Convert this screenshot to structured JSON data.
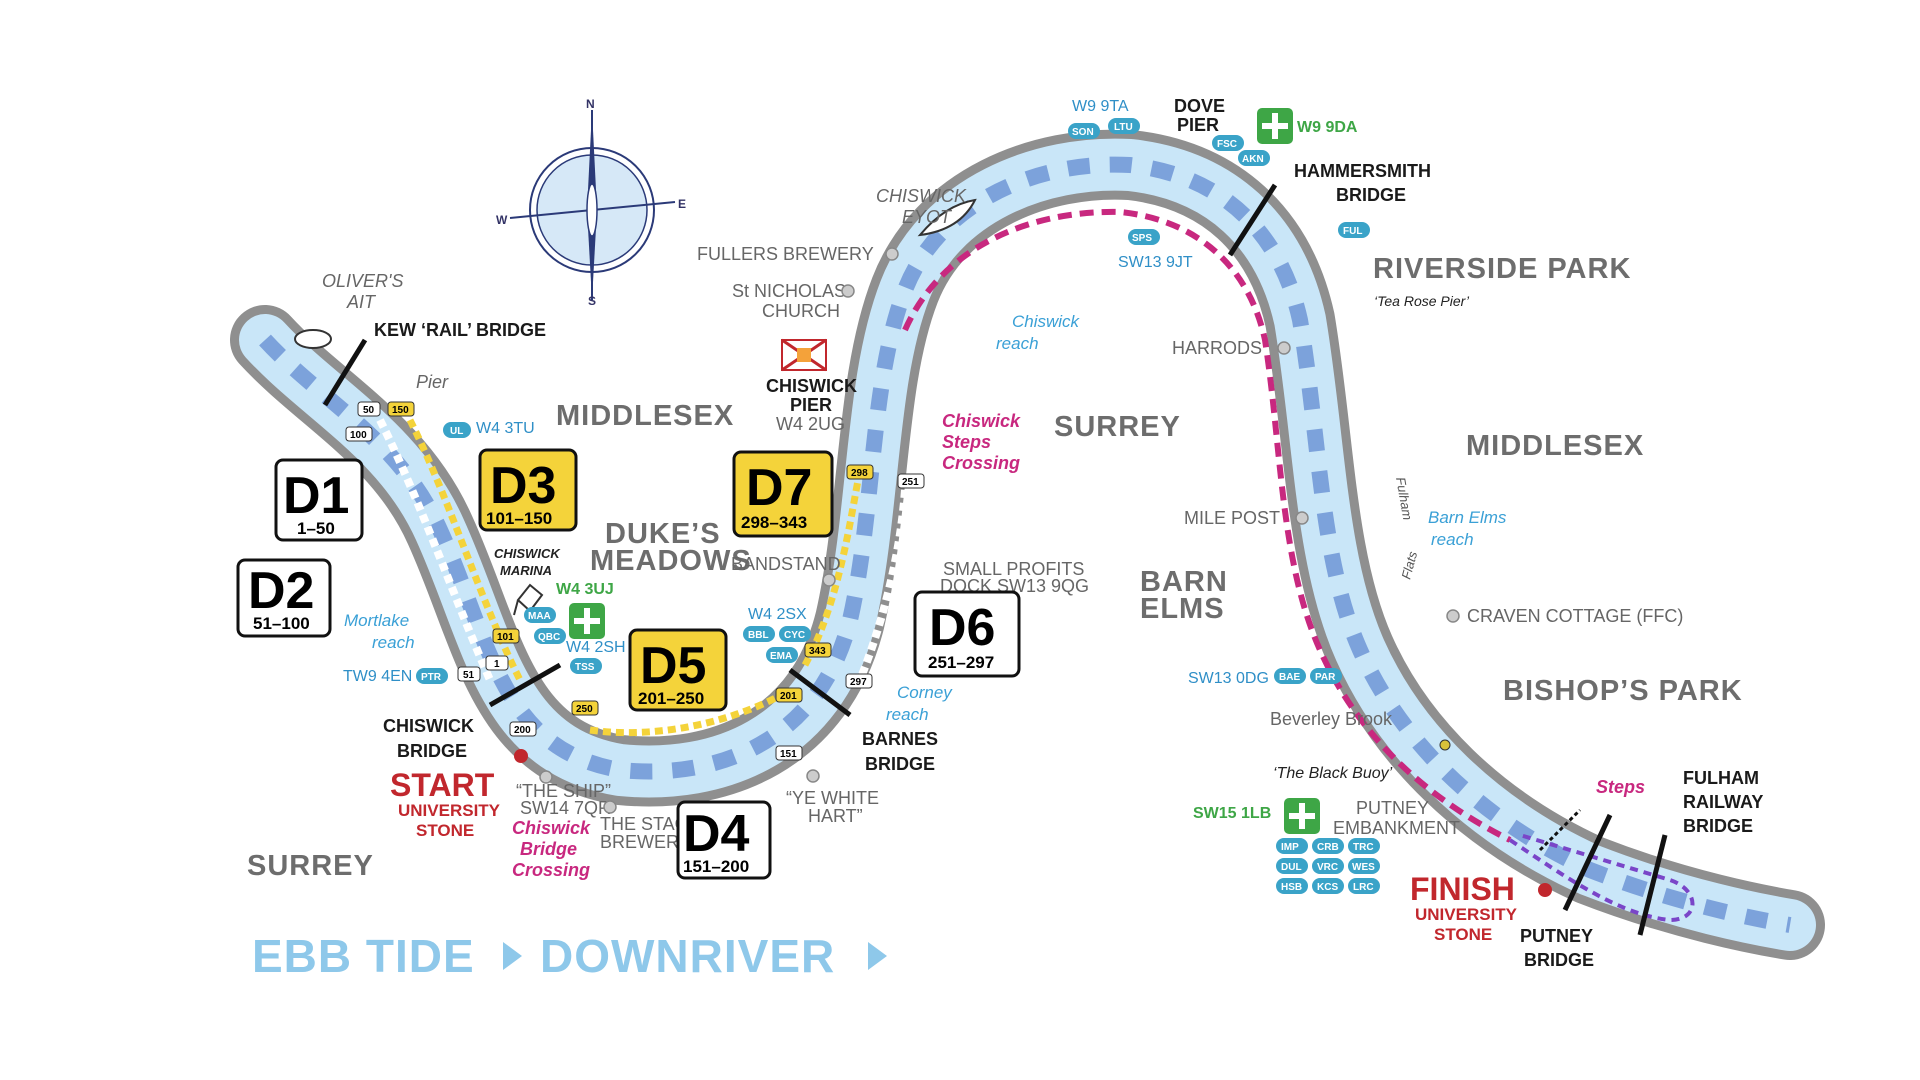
{
  "colors": {
    "bank": "#8f8f8f",
    "water": "#c9e6f8",
    "arrow": "#6f95d6",
    "magenta": "#c8287f",
    "yellow": "#f4d33a",
    "teal_pill": "#3aa3c8",
    "green_cross": "#3ea646",
    "footer": "#8ec8ea",
    "red": "#c1272d"
  },
  "regions": {
    "middlesex_left": "MIDDLESEX",
    "surrey_center": "SURREY",
    "middlesex_right": "MIDDLESEX",
    "surrey_left": "SURREY"
  },
  "landmarks": {
    "olivers_ait": [
      "OLIVER'S",
      "AIT"
    ],
    "kew_bridge": "KEW ‘RAIL’ BRIDGE",
    "pier": "Pier",
    "chiswick_bridge": [
      "CHISWICK",
      "BRIDGE"
    ],
    "start": "START",
    "university_stone_start": [
      "UNIVERSITY",
      "STONE"
    ],
    "the_ship": [
      "“THE SHIP”",
      "SW14 7QR"
    ],
    "chiswick_bridge_crossing": [
      "Chiswick",
      "Bridge",
      "Crossing"
    ],
    "stag_brewery": [
      "THE STAG",
      "BREWERY"
    ],
    "ye_white_hart": [
      "“YE WHITE",
      "HART”"
    ],
    "dukes_meadows": [
      "DUKE’S",
      "MEADOWS"
    ],
    "bandstand": "BANDSTAND",
    "chiswick_marina": [
      "CHISWICK",
      "MARINA"
    ],
    "mortlake_reach": [
      "Mortlake",
      "reach"
    ],
    "barnes_bridge": [
      "BARNES",
      "BRIDGE"
    ],
    "corney_reach": [
      "Corney",
      "reach"
    ],
    "small_profits_dock": [
      "SMALL PROFITS",
      "DOCK SW13 9QG"
    ],
    "chiswick_pier": [
      "CHISWICK",
      "PIER",
      "W4 2UG"
    ],
    "chiswick_steps_crossing": [
      "Chiswick",
      "Steps",
      "Crossing"
    ],
    "st_nicholas": [
      "St NICHOLAS",
      "CHURCH"
    ],
    "fullers": "FULLERS BREWERY",
    "chiswick_eyot": [
      "CHISWICK",
      "EYOT"
    ],
    "chiswick_reach": [
      "Chiswick",
      "reach"
    ],
    "dove_pier": [
      "DOVE",
      "PIER"
    ],
    "hammersmith_bridge": [
      "HAMMERSMITH",
      "BRIDGE"
    ],
    "sw13_9jt": "SW13 9JT",
    "riverside_park": "RIVERSIDE PARK",
    "tea_rose_pier": "‘Tea Rose Pier’",
    "harrods": "HARRODS",
    "mile_post": "MILE POST",
    "barn_elms": [
      "BARN",
      "ELMS"
    ],
    "barn_elms_reach": [
      "Barn Elms",
      "reach"
    ],
    "fulham_flats": [
      "Fulham",
      "Flats"
    ],
    "craven_cottage": "CRAVEN COTTAGE (FFC)",
    "bishops_park": "BISHOP’S PARK",
    "beverley_brook": "Beverley Brook",
    "black_buoy": "‘The Black Buoy’",
    "putney_embankment": [
      "PUTNEY",
      "EMBANKMENT"
    ],
    "steps": "Steps",
    "fulham_railway_bridge": [
      "FULHAM",
      "RAILWAY",
      "BRIDGE"
    ],
    "finish": "FINISH",
    "university_stone_finish": [
      "UNIVERSITY",
      "STONE"
    ],
    "putney_bridge": [
      "PUTNEY",
      "BRIDGE"
    ]
  },
  "postcodes": {
    "w4_3tu": "W4 3TU",
    "w4_3uj": "W4 3UJ",
    "w4_2sh": "W4 2SH",
    "tw9_4en": "TW9 4EN",
    "w4_2sx": "W4 2SX",
    "w9_9ta": "W9 9TA",
    "w9_9da": "W9 9DA",
    "sw13_0dg": "SW13 0DG",
    "sw15_1lb": "SW15 1LB"
  },
  "pills": {
    "ul": "UL",
    "maa": "MAA",
    "qbc": "QBC",
    "tss": "TSS",
    "ptr": "PTR",
    "bbl": "BBL",
    "cyc": "CYC",
    "ema": "EMA",
    "son": "SON",
    "ltu": "LTU",
    "fsc": "FSC",
    "akn": "AKN",
    "sps": "SPS",
    "ful": "FUL",
    "bae": "BAE",
    "par": "PAR",
    "imp": "IMP",
    "crb": "CRB",
    "trc": "TRC",
    "dul": "DUL",
    "vrc": "VRC",
    "wes": "WES",
    "hsb": "HSB",
    "kcs": "KCS",
    "lrc": "LRC"
  },
  "markers": {
    "m50": "50",
    "m150": "150",
    "m100": "100",
    "m101": "101",
    "m1": "1",
    "m51": "51",
    "m200": "200",
    "m250": "250",
    "m201": "201",
    "m151": "151",
    "m298": "298",
    "m343": "343",
    "m251": "251",
    "m297": "297"
  },
  "divisions": [
    {
      "id": "D1",
      "range": "1–50",
      "style": "white"
    },
    {
      "id": "D2",
      "range": "51–100",
      "style": "white"
    },
    {
      "id": "D3",
      "range": "101–150",
      "style": "yellow"
    },
    {
      "id": "D4",
      "range": "151–200",
      "style": "white"
    },
    {
      "id": "D5",
      "range": "201–250",
      "style": "yellow"
    },
    {
      "id": "D6",
      "range": "251–297",
      "style": "white"
    },
    {
      "id": "D7",
      "range": "298–343",
      "style": "yellow"
    }
  ],
  "compass": {
    "n": "N",
    "e": "E",
    "s": "S",
    "w": "W"
  },
  "footer": {
    "left": "EBB TIDE",
    "right": "DOWNRIVER"
  }
}
